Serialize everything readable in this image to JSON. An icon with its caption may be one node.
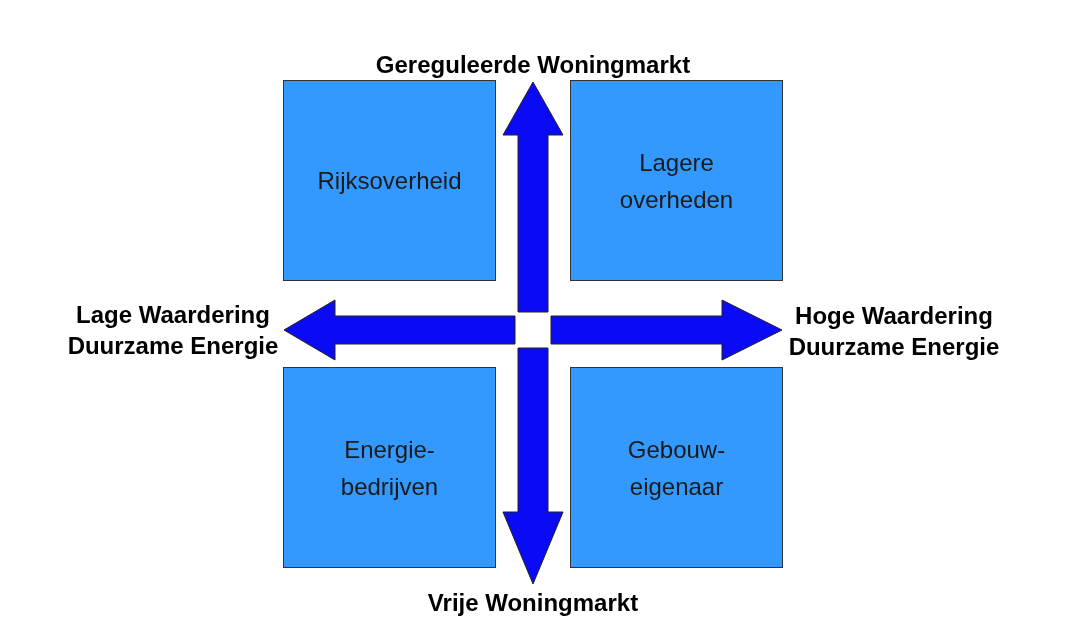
{
  "diagram": {
    "nodes": [
      {
        "text": [
          "Rijksoverheid"
        ]
      },
      {
        "text": [
          "Lagere overheden"
        ]
      },
      {
        "text": [
          "Energie- bedrijven"
        ]
      },
      {
        "text": [
          "Gebouw- eigenaar"
        ]
      },
      {
        "text": [
          "Gereguleerde Woningmarkt"
        ]
      },
      {
        "text": [
          "Lage Waardering Duurzame Energie"
        ]
      },
      {
        "text": [
          "Hoge Waardering Duurzame Energie"
        ]
      },
      {
        "text": [
          "Vrije Woningmarkt"
        ]
      }
    ],
    "edges": [
      {
        "from": null,
        "to": 4,
        "arrow": "to"
      },
      {
        "from": null,
        "to": 7,
        "arrow": "to"
      },
      {
        "from": null,
        "to": 5,
        "arrow": "to"
      },
      {
        "from": null,
        "to": 6,
        "arrow": "to"
      }
    ]
  }
}
